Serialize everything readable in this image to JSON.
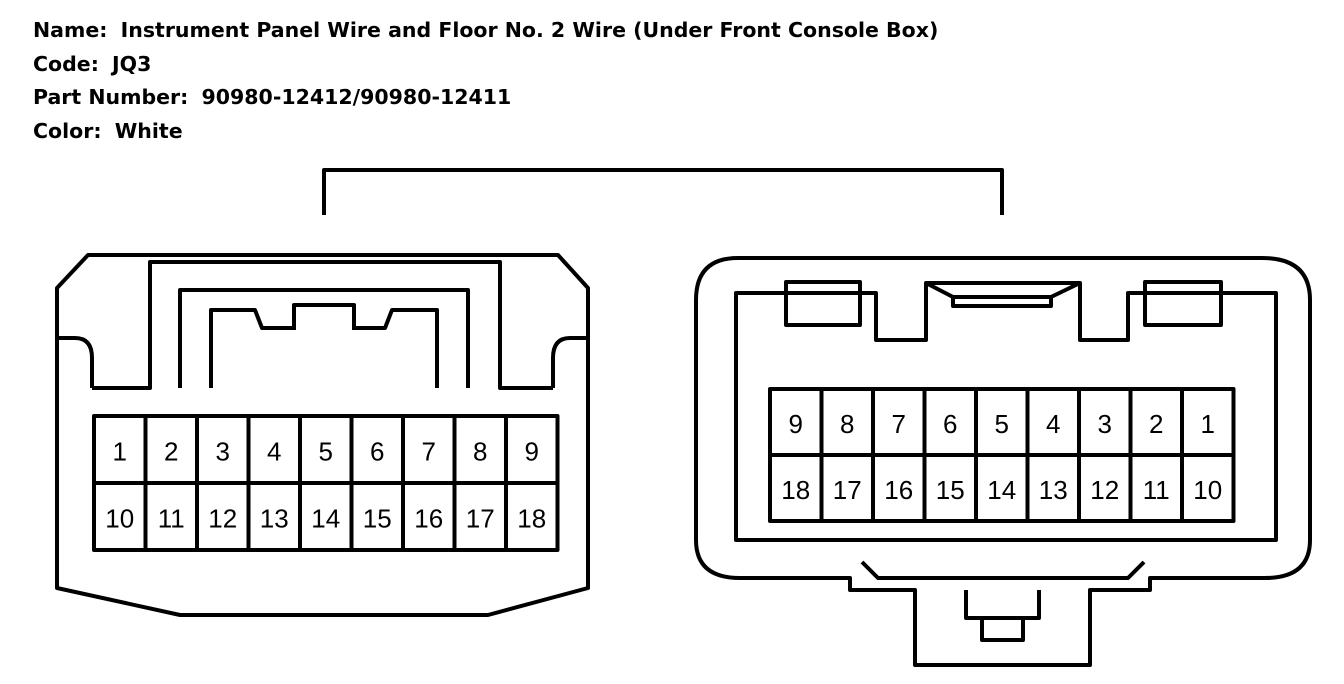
{
  "info": {
    "name_label": "Name:",
    "name_value": "Instrument Panel Wire and Floor No. 2 Wire (Under Front Console Box)",
    "code_label": "Code:",
    "code_value": "JQ3",
    "part_label": "Part Number:",
    "part_value": "90980-12412/90980-12411",
    "color_label": "Color:",
    "color_value": "White"
  },
  "left_connector": {
    "top_row": [
      "1",
      "2",
      "3",
      "4",
      "5",
      "6",
      "7",
      "8",
      "9"
    ],
    "bottom_row": [
      "10",
      "11",
      "12",
      "13",
      "14",
      "15",
      "16",
      "17",
      "18"
    ]
  },
  "right_connector": {
    "top_row": [
      "9",
      "8",
      "7",
      "6",
      "5",
      "4",
      "3",
      "2",
      "1"
    ],
    "bottom_row": [
      "18",
      "17",
      "16",
      "15",
      "14",
      "13",
      "12",
      "11",
      "10"
    ]
  }
}
